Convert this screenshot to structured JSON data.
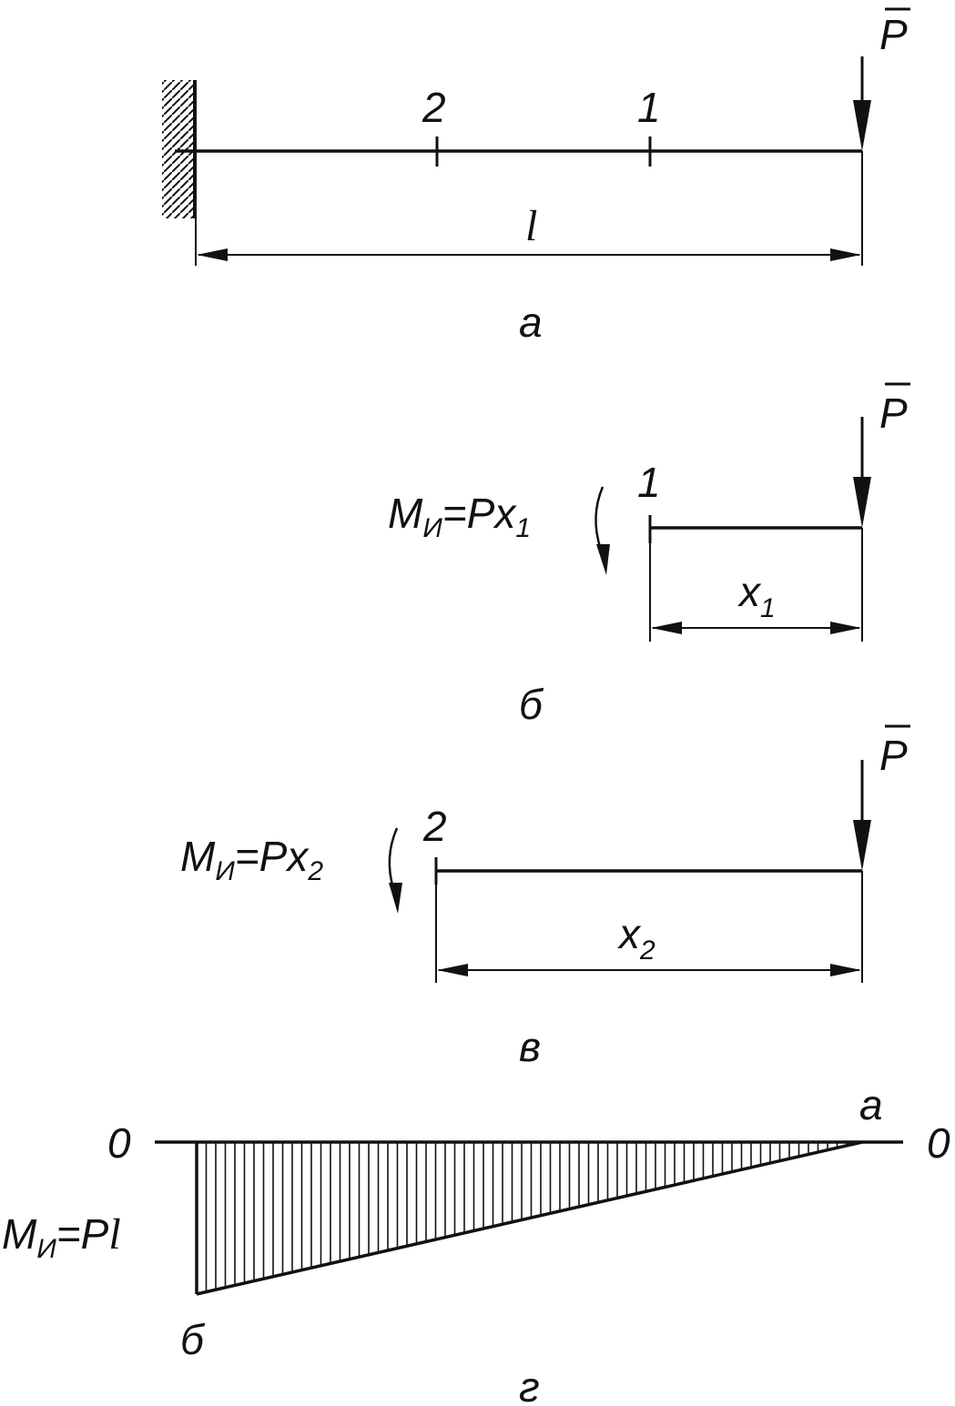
{
  "colors": {
    "ink": "#111111",
    "background": "#ffffff"
  },
  "a": {
    "force": "P",
    "section_2": "2",
    "section_1": "1",
    "length": "l",
    "caption": "а"
  },
  "b": {
    "force": "P",
    "section": "1",
    "moment_M": "M",
    "moment_sub": "И",
    "moment_eq": "=Px",
    "moment_idx": "1",
    "dim_x": "x",
    "dim_idx": "1",
    "caption": "б"
  },
  "v": {
    "force": "P",
    "section": "2",
    "moment_M": "M",
    "moment_sub": "И",
    "moment_eq": "=Px",
    "moment_idx": "2",
    "dim_x": "x",
    "dim_idx": "2",
    "caption": "в"
  },
  "g": {
    "zero_left": "0",
    "zero_right": "0",
    "point_a": "а",
    "point_b": "б",
    "moment_M": "M",
    "moment_sub": "И",
    "moment_eq": "=P",
    "moment_l": "l",
    "caption": "г"
  }
}
